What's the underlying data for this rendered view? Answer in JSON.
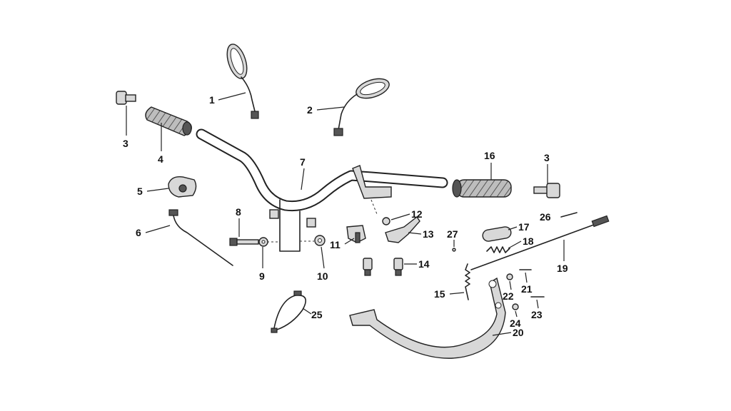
{
  "diagram": {
    "callouts": [
      {
        "id": "1",
        "label": "1"
      },
      {
        "id": "2",
        "label": "2"
      },
      {
        "id": "3a",
        "label": "3"
      },
      {
        "id": "4",
        "label": "4"
      },
      {
        "id": "5",
        "label": "5"
      },
      {
        "id": "6",
        "label": "6"
      },
      {
        "id": "7",
        "label": "7"
      },
      {
        "id": "8",
        "label": "8"
      },
      {
        "id": "9",
        "label": "9"
      },
      {
        "id": "10",
        "label": "10"
      },
      {
        "id": "11",
        "label": "11"
      },
      {
        "id": "12",
        "label": "12"
      },
      {
        "id": "13",
        "label": "13"
      },
      {
        "id": "14",
        "label": "14"
      },
      {
        "id": "15",
        "label": "15"
      },
      {
        "id": "16",
        "label": "16"
      },
      {
        "id": "3b",
        "label": "3"
      },
      {
        "id": "17",
        "label": "17"
      },
      {
        "id": "18",
        "label": "18"
      },
      {
        "id": "19",
        "label": "19"
      },
      {
        "id": "20",
        "label": "20"
      },
      {
        "id": "21",
        "label": "21"
      },
      {
        "id": "22",
        "label": "22"
      },
      {
        "id": "23",
        "label": "23"
      },
      {
        "id": "24",
        "label": "24"
      },
      {
        "id": "25",
        "label": "25"
      },
      {
        "id": "26",
        "label": "26"
      },
      {
        "id": "27",
        "label": "27"
      }
    ]
  }
}
